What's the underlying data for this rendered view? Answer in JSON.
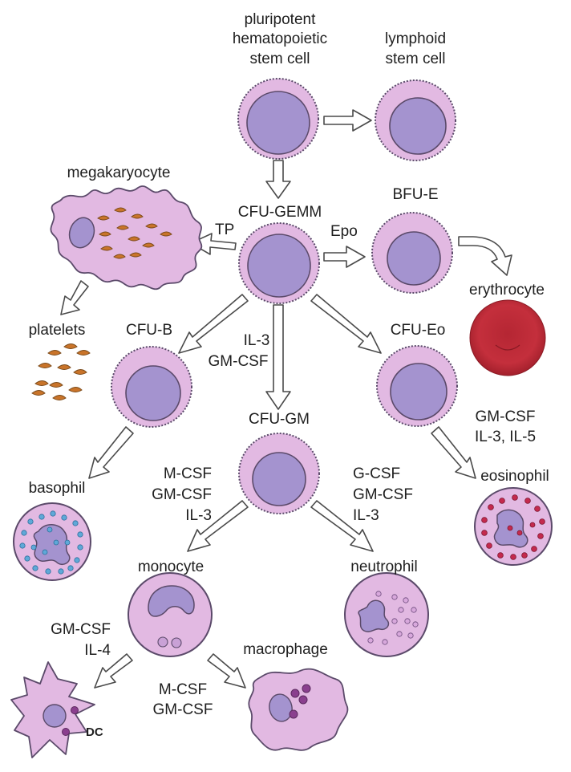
{
  "colors": {
    "cell_fill": "#e2b9e2",
    "cell_stroke": "#5b4a6a",
    "nucleus_fill": "#a493cf",
    "granule_orange": "#c9742a",
    "granule_blue": "#5fa8d8",
    "granule_red": "#c42a4e",
    "erythrocyte": "#c42f3c",
    "arrow_fill": "#ffffff",
    "arrow_stroke": "#4a4a4a",
    "text": "#1e1e1e"
  },
  "labels": {
    "hsc_line1": "pluripotent",
    "hsc_line2": "hematopoietic",
    "hsc_line3": "stem cell",
    "lymphoid_line1": "lymphoid",
    "lymphoid_line2": "stem cell",
    "megakaryocyte": "megakaryocyte",
    "cfu_gemm": "CFU-GEMM",
    "bfu_e": "BFU-E",
    "tp": "TP",
    "epo": "Epo",
    "erythrocyte": "erythrocyte",
    "platelets": "platelets",
    "cfu_b": "CFU-B",
    "il3_line1": "IL-3",
    "il3_line2": "GM-CSF",
    "cfu_eo": "CFU-Eo",
    "cfu_gm": "CFU-GM",
    "eo_factors_line1": "GM-CSF",
    "eo_factors_line2": "IL-3, IL-5",
    "basophil": "basophil",
    "mono_factors_line1": "M-CSF",
    "mono_factors_line2": "GM-CSF",
    "mono_factors_line3": "IL-3",
    "neut_factors_line1": "G-CSF",
    "neut_factors_line2": "GM-CSF",
    "neut_factors_line3": "IL-3",
    "eosinophil": "eosinophil",
    "monocyte": "monocyte",
    "neutrophil": "neutrophil",
    "dc_factors_line1": "GM-CSF",
    "dc_factors_line2": "IL-4",
    "macrophage": "macrophage",
    "mac_factors_line1": "M-CSF",
    "mac_factors_line2": "GM-CSF",
    "dc": "DC"
  }
}
